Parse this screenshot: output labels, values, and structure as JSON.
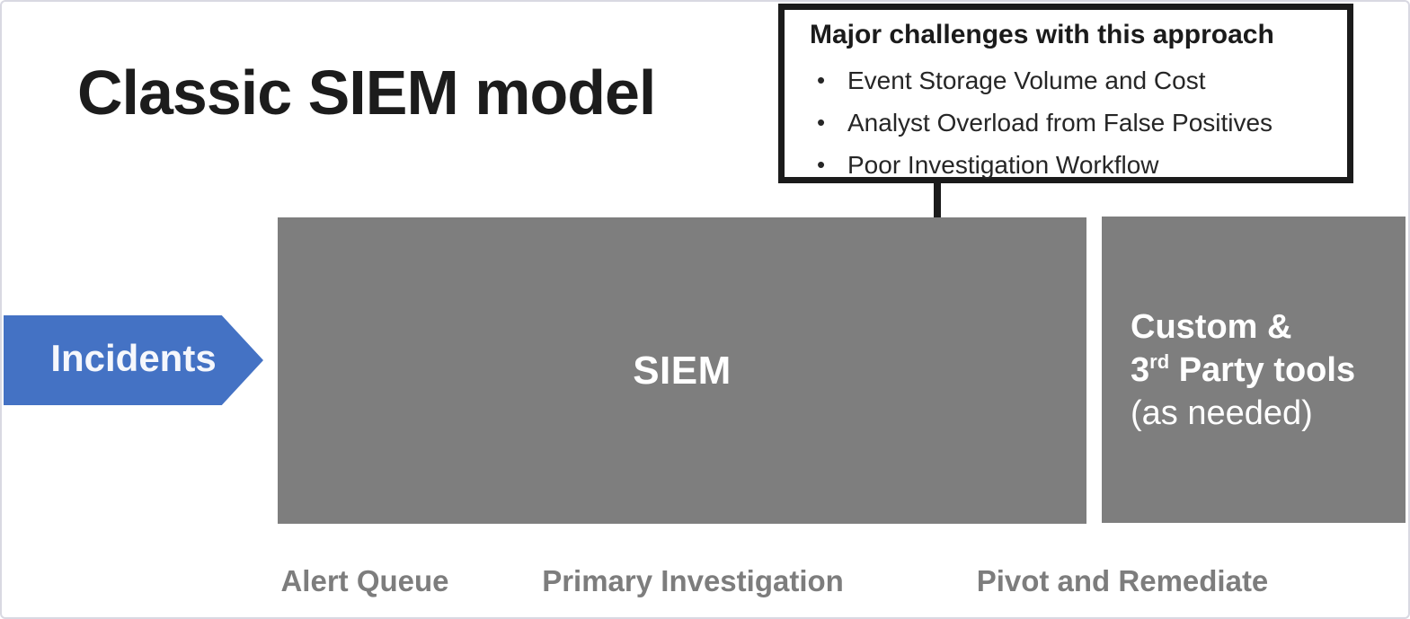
{
  "slide": {
    "title": "Classic SIEM model"
  },
  "callout": {
    "heading": "Major challenges with this approach",
    "bullets": [
      "Event Storage Volume and Cost",
      "Analyst Overload from False Positives",
      "Poor Investigation Workflow"
    ]
  },
  "flow": {
    "incidents_label": "Incidents",
    "siem_label": "SIEM",
    "custom_line1": "Custom &",
    "custom_line2_num": "3",
    "custom_line2_sup": "rd",
    "custom_line2_rest": " Party tools",
    "custom_line3": "(as needed)"
  },
  "stage_labels": [
    "Alert Queue",
    "Primary Investigation",
    "Pivot and Remediate"
  ],
  "colors": {
    "accent-blue": "#4472c4",
    "box-gray": "#7e7e7e",
    "label-gray": "#7d7d7d",
    "ink-black": "#1b1b1b"
  }
}
